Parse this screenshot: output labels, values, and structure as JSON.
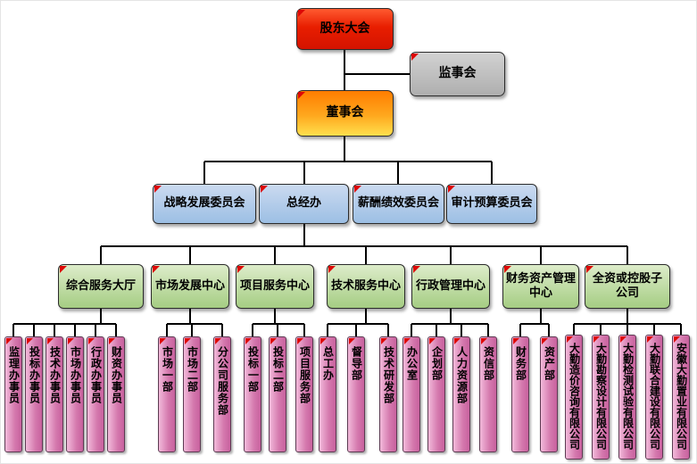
{
  "chart": {
    "root": {
      "label": "股东大会"
    },
    "supervisory": {
      "label": "监事会"
    },
    "board": {
      "label": "董事会"
    },
    "committees": [
      {
        "label": "战略发展委员会"
      },
      {
        "label": "总经办"
      },
      {
        "label": "薪酬绩效委员会"
      },
      {
        "label": "审计预算委员会"
      }
    ],
    "centers": [
      {
        "label": "综合服务大厅",
        "children": [
          "监理办事员",
          "投标办事员",
          "技术办事员",
          "市场办事员",
          "行政办事员",
          "财资办事员"
        ]
      },
      {
        "label": "市场发展中心",
        "children": [
          "市场一部",
          "市场二部",
          "分公司服务部"
        ]
      },
      {
        "label": "项目服务中心",
        "children": [
          "投标一部",
          "投标二部",
          "项目服务部"
        ]
      },
      {
        "label": "技术服务中心",
        "children": [
          "总工办",
          "督导部",
          "技术研发部"
        ]
      },
      {
        "label": "行政管理中心",
        "children": [
          "办公室",
          "企划部",
          "人力资源部",
          "资信部"
        ]
      },
      {
        "label": "财务资产管理中心",
        "children": [
          "财务部",
          "资产部"
        ]
      },
      {
        "label": "全资或控股子公司",
        "children": [
          "大勤造价咨询有限公司",
          "大勤勘察设计有限公司",
          "大勤检测试验有限公司",
          "大勤联合建设有限公司",
          "安徽大勤置业有限公司"
        ]
      }
    ]
  },
  "palette": {
    "root_red": "#e81e00",
    "supervisory_gray": "#bfbfbf",
    "board_orange": "#ff7d00",
    "board_yellow": "#ffe04d",
    "committee_blue": "#9cbfe4",
    "center_green": "#a5cd83",
    "leaf_pink": "#d478ad",
    "connector": "#000000",
    "corner_marker_red": "#dd0806"
  }
}
